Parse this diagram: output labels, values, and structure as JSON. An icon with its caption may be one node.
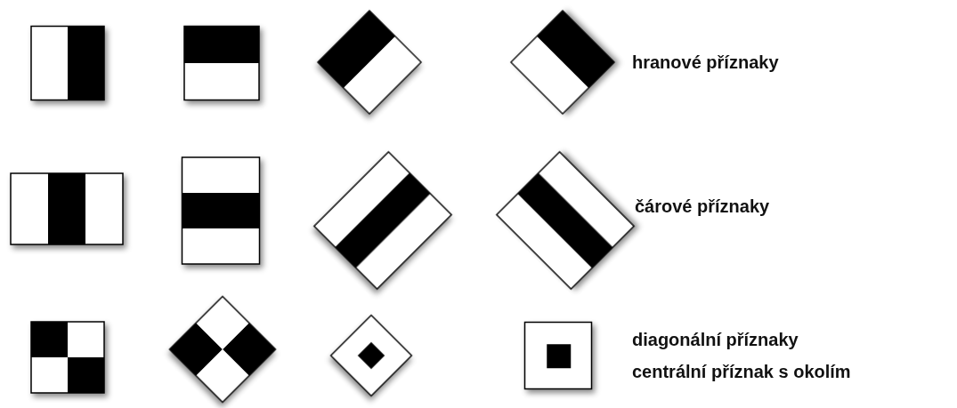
{
  "diagram": {
    "labels": [
      "hranové příznaky",
      "čárové příznaky",
      "diagonální příznaky",
      "centrální příznak s okolím"
    ]
  }
}
